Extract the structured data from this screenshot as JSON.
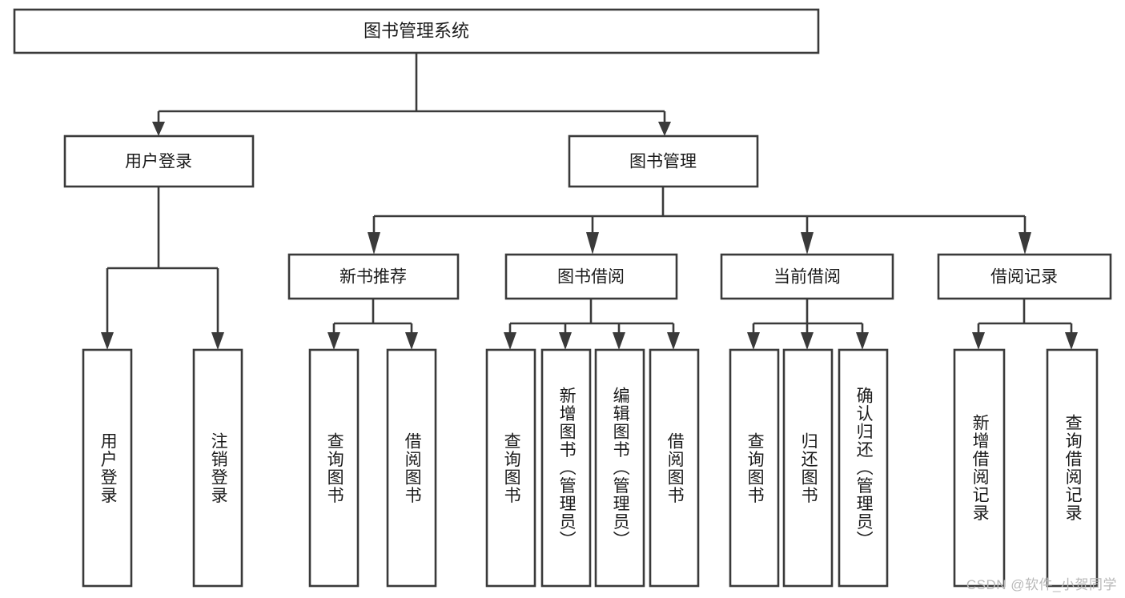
{
  "diagram": {
    "title": "图书管理系统",
    "watermark": "CSDN @软件_小贺同学",
    "levels": {
      "root": {
        "label": "图书管理系统"
      },
      "level2": [
        {
          "label": "用户登录"
        },
        {
          "label": "图书管理"
        }
      ],
      "level3": [
        {
          "label": "新书推荐"
        },
        {
          "label": "图书借阅"
        },
        {
          "label": "当前借阅"
        },
        {
          "label": "借阅记录"
        }
      ],
      "leaves": [
        {
          "label": "用户登录",
          "parent": "用户登录"
        },
        {
          "label": "注销登录",
          "parent": "用户登录"
        },
        {
          "label": "查询图书",
          "parent": "新书推荐"
        },
        {
          "label": "借阅图书",
          "parent": "新书推荐"
        },
        {
          "label": "查询图书",
          "parent": "图书借阅"
        },
        {
          "label": "新增图书（管理员）",
          "parent": "图书借阅"
        },
        {
          "label": "编辑图书（管理员）",
          "parent": "图书借阅"
        },
        {
          "label": "借阅图书",
          "parent": "图书借阅"
        },
        {
          "label": "查询图书",
          "parent": "当前借阅"
        },
        {
          "label": "归还图书",
          "parent": "当前借阅"
        },
        {
          "label": "确认归还（管理员）",
          "parent": "当前借阅"
        },
        {
          "label": "新增借阅记录",
          "parent": "借阅记录"
        },
        {
          "label": "查询借阅记录",
          "parent": "借阅记录"
        }
      ]
    },
    "colors": {
      "stroke": "#3a3a3a",
      "fill": "#ffffff",
      "text": "#1b1b1b",
      "watermark": "#b9b9b9"
    }
  }
}
